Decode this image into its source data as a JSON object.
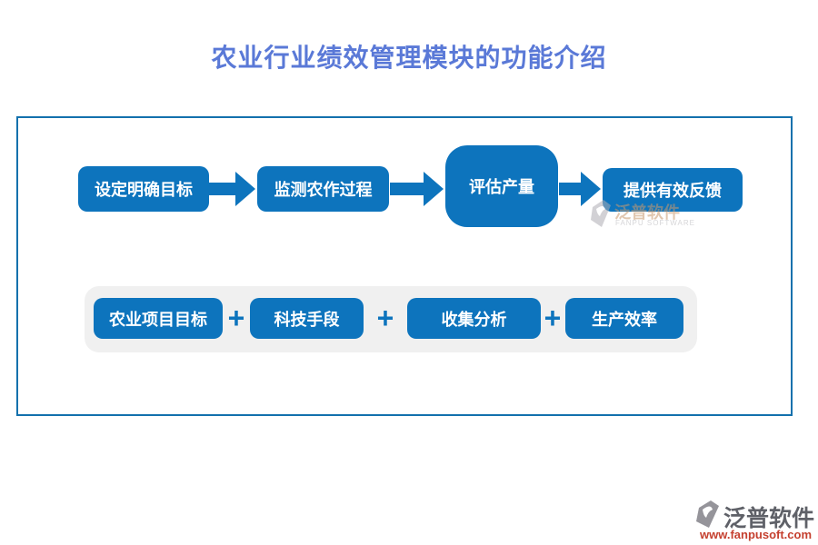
{
  "title": "农业行业绩效管理模块的功能介绍",
  "flow_steps": [
    {
      "label": "设定明确目标"
    },
    {
      "label": "监测农作过程"
    },
    {
      "label": "评估产量"
    },
    {
      "label": "提供有效反馈"
    }
  ],
  "formula_items": [
    {
      "label": "农业项目目标"
    },
    {
      "label": "科技手段"
    },
    {
      "label": "收集分析"
    },
    {
      "label": "生产效率"
    }
  ],
  "plus_symbol": "+",
  "watermark": {
    "name": "泛普软件",
    "subtitle": "FANPU SOFTWARE"
  },
  "logo": {
    "name": "泛普软件",
    "url": "www.fanpusoft.com"
  },
  "colors": {
    "box_blue": "#0d74bd",
    "frame_border": "#1371ad",
    "title_blue": "#5a79d7",
    "band_gray": "#f0f0f0",
    "watermark_tan": "#c99a6e",
    "logo_text": "#5f6168",
    "logo_url_red": "#c5402f"
  }
}
